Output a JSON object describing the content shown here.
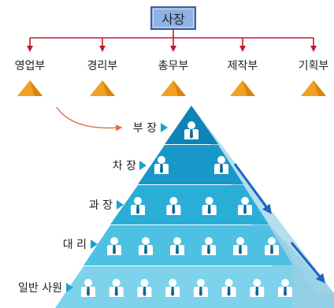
{
  "ceo": {
    "label": "사장"
  },
  "departments": [
    {
      "label": "영업부"
    },
    {
      "label": "경리부"
    },
    {
      "label": "총무부"
    },
    {
      "label": "제작부"
    },
    {
      "label": "기획부"
    }
  ],
  "levels": [
    {
      "label": "부 장",
      "people": 1
    },
    {
      "label": "차 장",
      "people": 2
    },
    {
      "label": "과 장",
      "people": 4
    },
    {
      "label": "대 리",
      "people": 6
    },
    {
      "label": "일반 사원",
      "people": 8
    }
  ],
  "colors": {
    "ceo_fill": "#8fb1e3",
    "ceo_border": "#2a4f9a",
    "connector": "#c21a2a",
    "department_marker": "#f2a024",
    "curve_arrow": "#e66a44",
    "pointer_marker": "#1ba1d6",
    "tier_colors": [
      "#0c84b5",
      "#1898c8",
      "#2aaed8",
      "#4ec0e2",
      "#7ed2ec"
    ],
    "side_face": "#a8d7e8",
    "flow_arrow": "#1f63c3",
    "person_icon": "#ffffff",
    "person_tie": "#0a6a96"
  }
}
